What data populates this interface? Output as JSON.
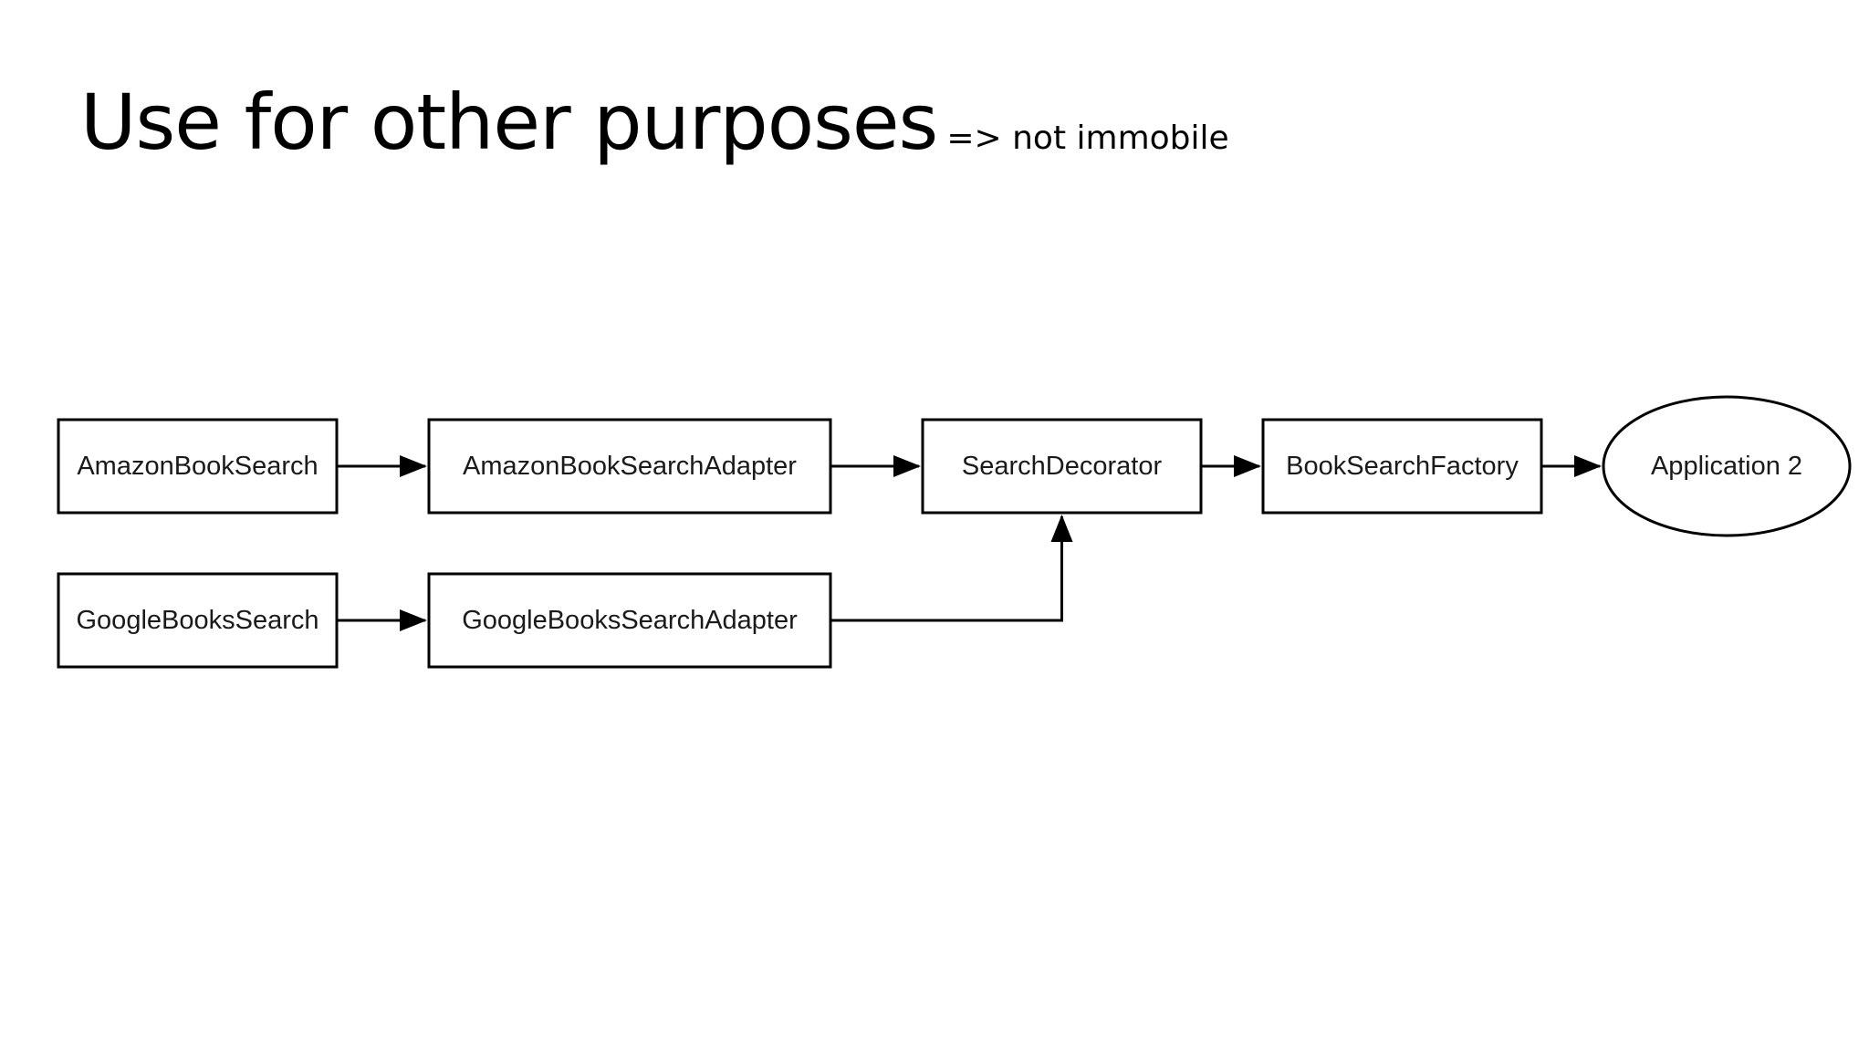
{
  "slide": {
    "title": "Use for other purposes",
    "subtitle": "=> not immobile"
  },
  "diagram": {
    "nodes": [
      {
        "id": "amazon_search",
        "label": "AmazonBookSearch",
        "shape": "rect"
      },
      {
        "id": "amazon_adapter",
        "label": "AmazonBookSearchAdapter",
        "shape": "rect"
      },
      {
        "id": "search_decorator",
        "label": "SearchDecorator",
        "shape": "rect"
      },
      {
        "id": "book_factory",
        "label": "BookSearchFactory",
        "shape": "rect"
      },
      {
        "id": "application_2",
        "label": "Application 2",
        "shape": "ellipse"
      },
      {
        "id": "google_search",
        "label": "GoogleBooksSearch",
        "shape": "rect"
      },
      {
        "id": "google_adapter",
        "label": "GoogleBooksSearchAdapter",
        "shape": "rect"
      }
    ],
    "edges": [
      {
        "from": "amazon_search",
        "to": "amazon_adapter"
      },
      {
        "from": "amazon_adapter",
        "to": "search_decorator"
      },
      {
        "from": "search_decorator",
        "to": "book_factory"
      },
      {
        "from": "book_factory",
        "to": "application_2"
      },
      {
        "from": "google_search",
        "to": "google_adapter"
      },
      {
        "from": "google_adapter",
        "to": "search_decorator"
      }
    ],
    "colors": {
      "stroke": "#000000",
      "fill": "#ffffff",
      "text": "#1a1a1a"
    }
  }
}
